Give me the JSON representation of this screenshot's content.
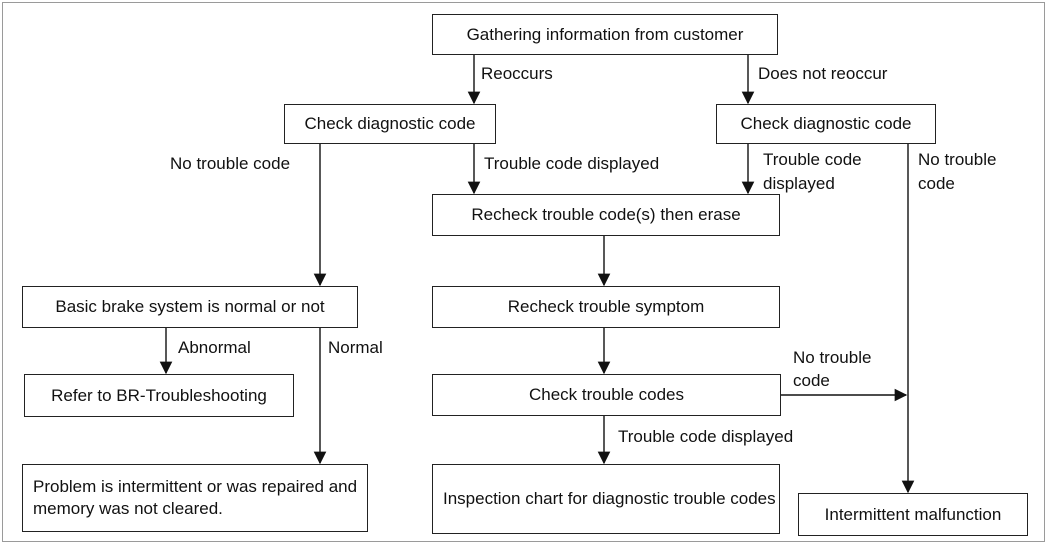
{
  "nodes": {
    "gather": "Gathering information from customer",
    "check_code_left": "Check diagnostic code",
    "check_code_right": "Check diagnostic code",
    "recheck_erase": "Recheck trouble code(s) then erase",
    "basic_brake": "Basic brake system is normal or not",
    "recheck_symptom": "Recheck trouble symptom",
    "refer_br": "Refer to BR-Troubleshooting",
    "check_trouble_codes": "Check trouble codes",
    "problem_intermittent": "Problem is intermittent or was repaired and memory was not cleared.",
    "inspection_chart": "Inspection chart for diagnostic trouble codes",
    "intermittent_malfunction": "Intermittent malfunction"
  },
  "edges": {
    "reoccurs": "Reoccurs",
    "does_not_reoccur": "Does not reoccur",
    "no_trouble_code_left": "No trouble code",
    "trouble_code_displayed_left": "Trouble code displayed",
    "trouble_code_displayed_right_line1": "Trouble code",
    "trouble_code_displayed_right_line2": "displayed",
    "no_trouble_code_right_line1": "No trouble",
    "no_trouble_code_right_line2": "code",
    "abnormal": "Abnormal",
    "normal": "Normal",
    "no_trouble_code_mid_line1": "No trouble",
    "no_trouble_code_mid_line2": "code",
    "trouble_code_displayed_bottom": "Trouble code displayed"
  }
}
